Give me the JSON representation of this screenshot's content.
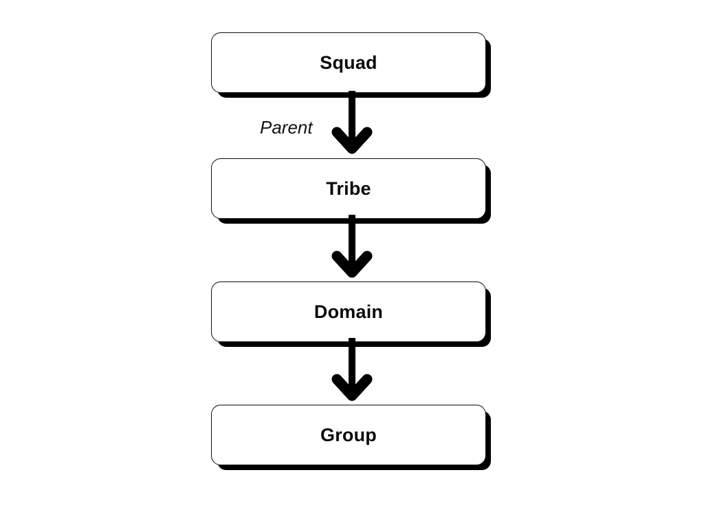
{
  "diagram": {
    "type": "flowchart",
    "orientation": "top-to-bottom",
    "background_color": "#ffffff",
    "node_fill_color": "#ffffff",
    "node_border_color": "#0d0d0d",
    "shadow_color": "#000000",
    "arrow_color": "#000000",
    "text_color": "#0a0a0a",
    "nodes": [
      {
        "id": "squad",
        "label": "Squad",
        "shape": "rounded-rectangle"
      },
      {
        "id": "tribe",
        "label": "Tribe",
        "shape": "rounded-rectangle"
      },
      {
        "id": "domain",
        "label": "Domain",
        "shape": "rounded-rectangle"
      },
      {
        "id": "group",
        "label": "Group",
        "shape": "rounded-rectangle"
      }
    ],
    "edges": [
      {
        "id": "squad-tribe",
        "from": "squad",
        "to": "tribe",
        "label": "Parent",
        "arrowhead": "chevron-down-icon"
      },
      {
        "id": "tribe-domain",
        "from": "tribe",
        "to": "domain",
        "label": "",
        "arrowhead": "chevron-down-icon"
      },
      {
        "id": "domain-group",
        "from": "domain",
        "to": "group",
        "label": "",
        "arrowhead": "chevron-down-icon"
      }
    ]
  }
}
